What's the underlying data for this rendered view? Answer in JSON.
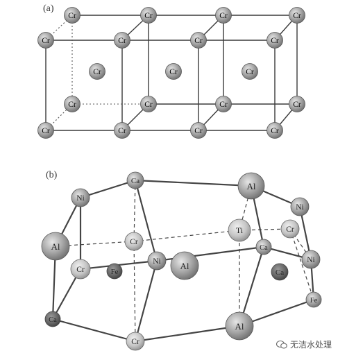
{
  "panel_a": {
    "label": "(a)",
    "atom": "Cr"
  },
  "panel_b": {
    "label": "(b)",
    "atoms": {
      "ca_top": "Ca",
      "al_top_right": "Al",
      "ni_top_left": "Ni",
      "ni_right_upper": "Ni",
      "ti": "Ti",
      "cr_right": "Cr",
      "al_left": "Al",
      "cr_mid": "Cr",
      "ca_mid_right": "Ca",
      "ni_right_lower": "Ni",
      "ni_center": "Ni",
      "al_center": "Al",
      "cr_left": "Cr",
      "fe_center": "Fe",
      "ca_inner": "Ca",
      "fe_right": "Fe",
      "ca_bottom_left": "Ca",
      "al_bottom": "Al",
      "cr_bottom": "Cr"
    }
  },
  "watermark": {
    "text": "无洁水处理"
  },
  "colors": {
    "atom_fill": "#9a9a9a",
    "atom_light": "#d8d8d8",
    "line": "#333333"
  }
}
